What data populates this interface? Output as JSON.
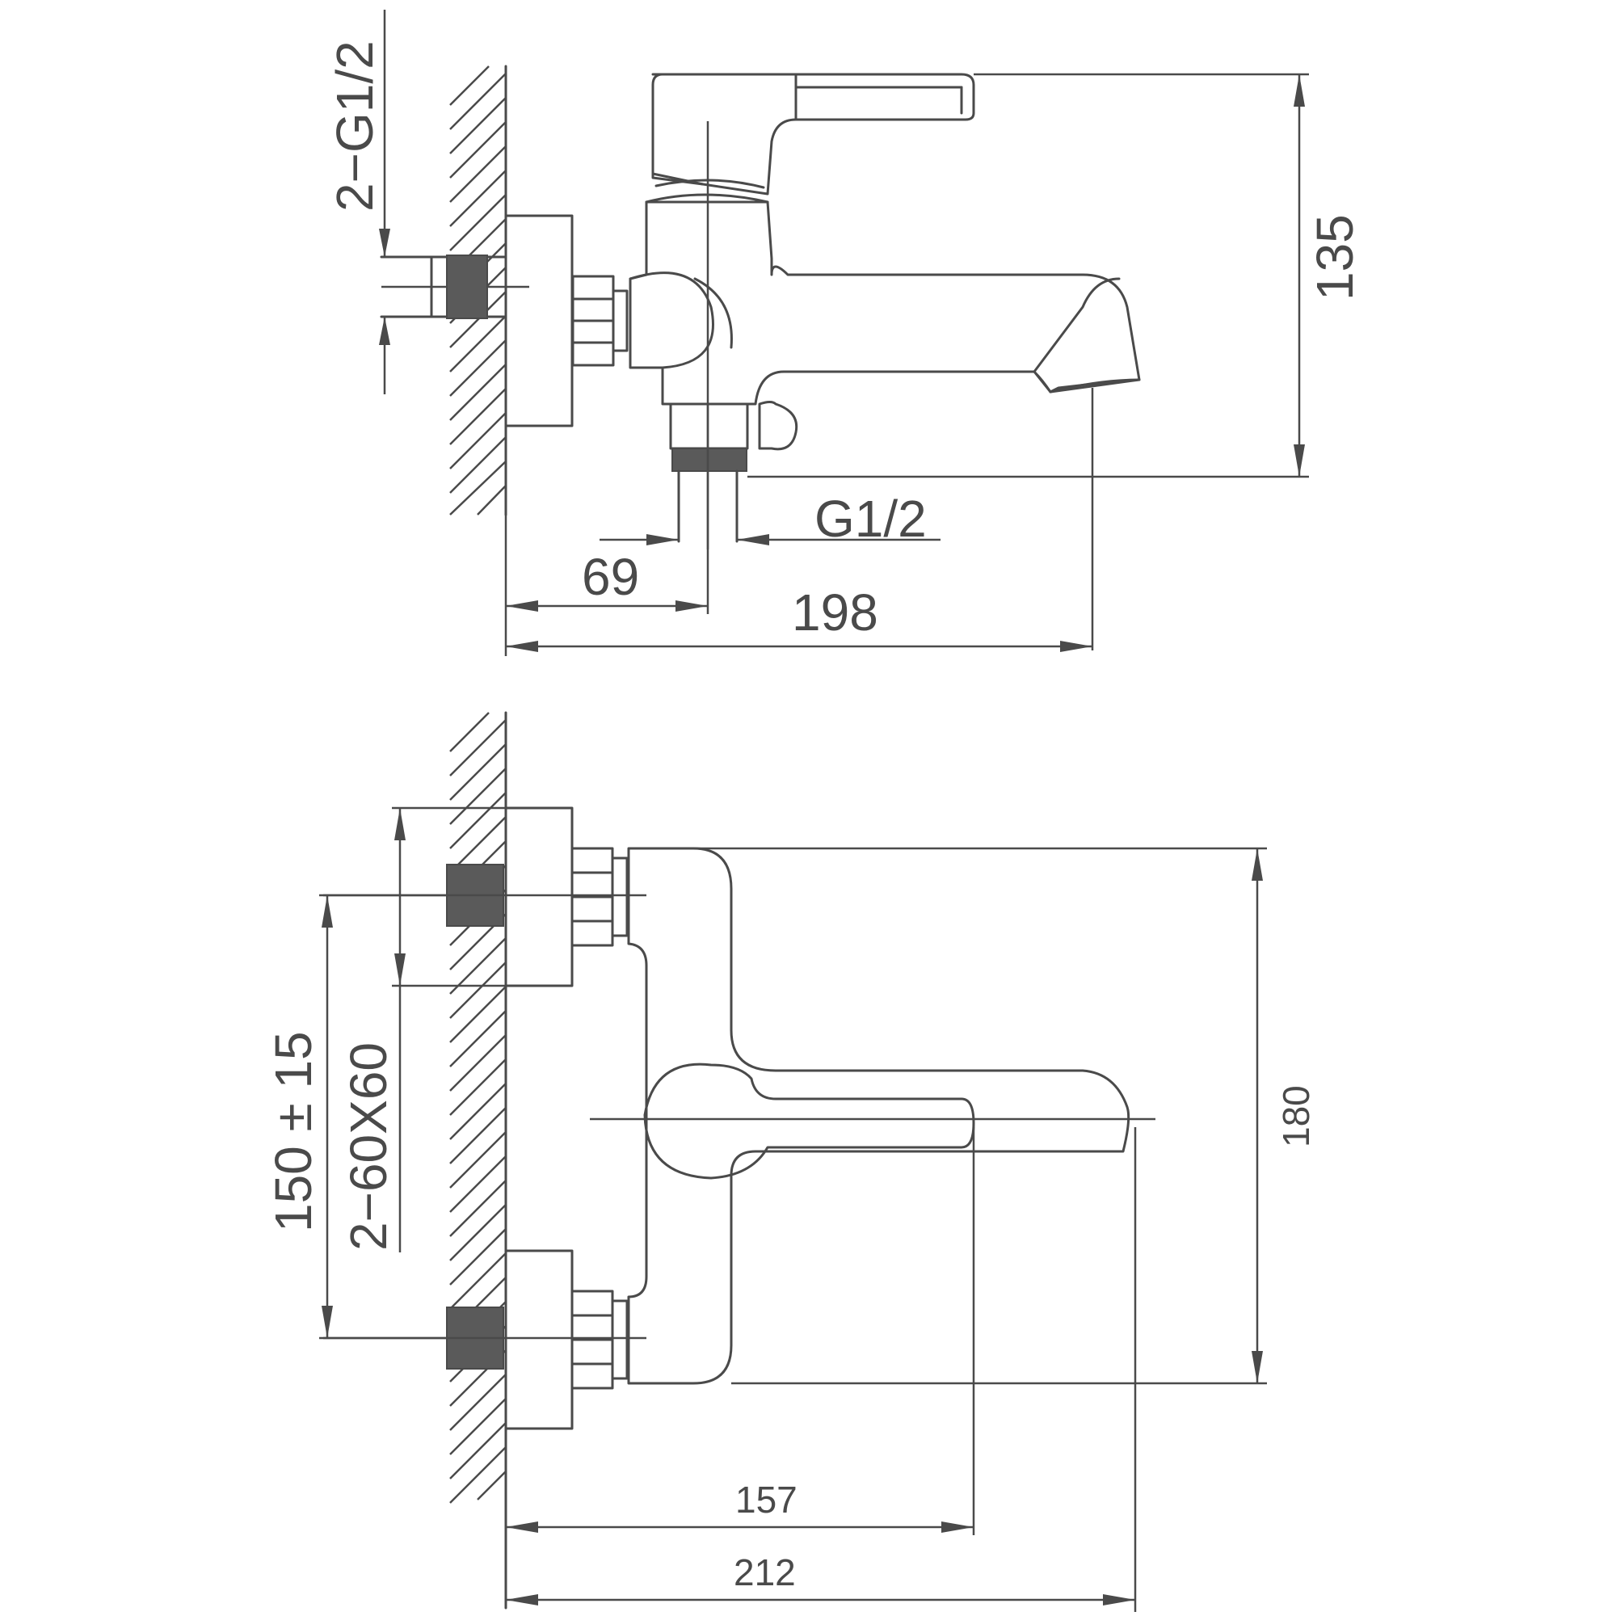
{
  "side_view": {
    "thread_inlets_label": "2−G1/2",
    "height_dim": "135",
    "outlet_thread_label": "G1/2",
    "axis_dim": "69",
    "spout_reach_dim": "198"
  },
  "front_view": {
    "inlet_spacing_dim": "150 ± 15",
    "flange_size_label": "2−60X60",
    "height_dim": "180",
    "lever_dim": "157",
    "total_width_dim": "212"
  }
}
